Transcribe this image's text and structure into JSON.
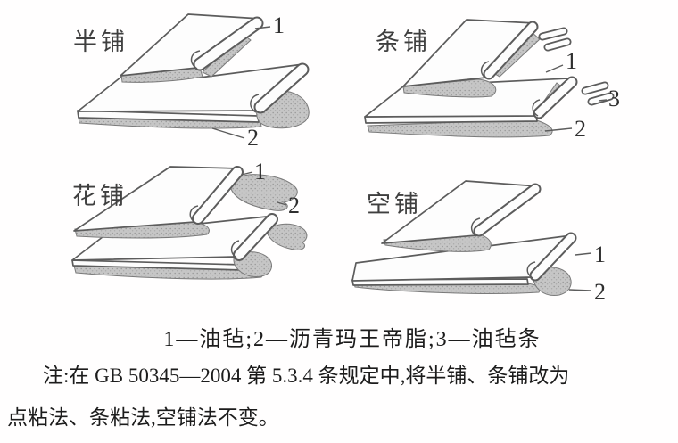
{
  "figure": {
    "panels": [
      {
        "id": "half-laying",
        "label": "半铺",
        "callouts": [
          "1",
          "2"
        ]
      },
      {
        "id": "strip-laying",
        "label": "条铺",
        "callouts": [
          "1",
          "3",
          "2"
        ]
      },
      {
        "id": "spot-laying",
        "label": "花铺",
        "callouts": [
          "1",
          "2"
        ]
      },
      {
        "id": "loose-laying",
        "label": "空铺",
        "callouts": [
          "1",
          "2"
        ]
      }
    ],
    "legend": "1—油毡;2—沥青玛王帝脂;3—油毡条",
    "note": {
      "line1": "注:在 GB 50345—2004 第 5.3.4 条规定中,将半铺、条铺改为",
      "line2": "点粘法、条粘法,空铺法不变。"
    }
  },
  "colors": {
    "ink": "#5c5c5c",
    "mastic_gray": "#c6c6c6",
    "text": "#1c1c1c",
    "paper": "#ffffff"
  }
}
